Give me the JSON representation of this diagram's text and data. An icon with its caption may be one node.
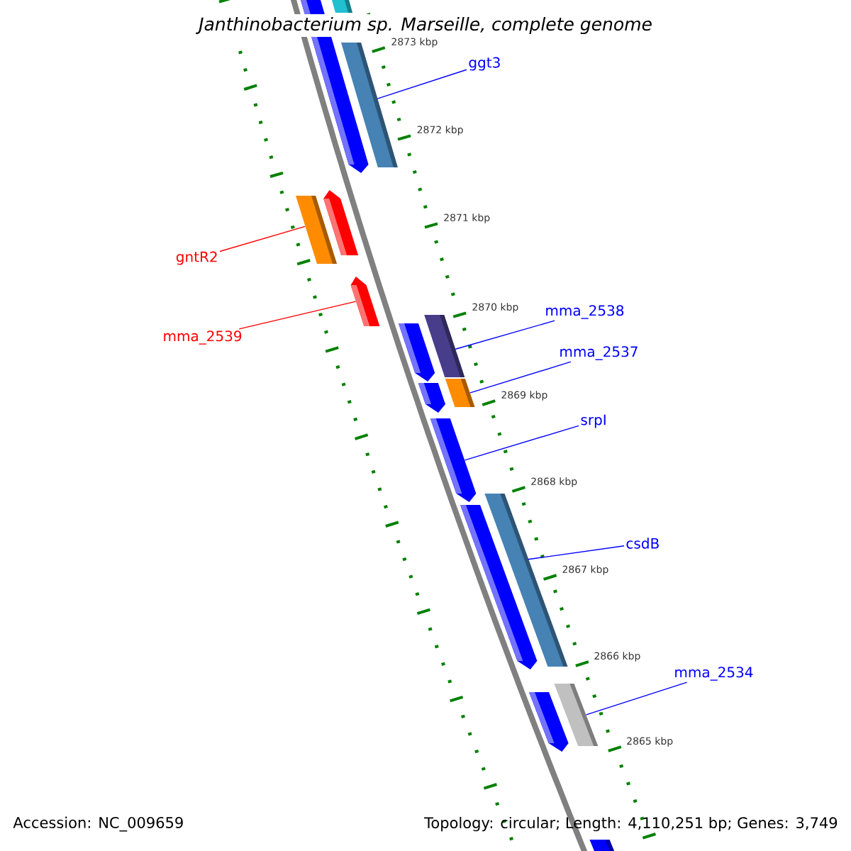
{
  "diagram": {
    "title": "Janthinobacterium sp. Marseille, complete genome",
    "nodes": [
      {
        "text": [],
        "shape": "bar"
      },
      {
        "text": [],
        "shape": "arrow"
      },
      {
        "text": [],
        "shape": "bar"
      },
      {
        "text": [
          "ggt3"
        ]
      },
      {
        "text": [],
        "shape": "arrow"
      },
      {
        "text": [],
        "shape": "bar"
      },
      {
        "text": [
          "gntR2"
        ]
      },
      {
        "text": [],
        "shape": "arrow"
      },
      {
        "text": [
          "mma_2539"
        ]
      },
      {
        "text": [],
        "shape": "bar"
      },
      {
        "text": [
          "mma_2538"
        ]
      },
      {
        "text": [],
        "shape": "arrow"
      },
      {
        "text": [],
        "shape": "arrow"
      },
      {
        "text": [],
        "shape": "bar"
      },
      {
        "text": [
          "mma_2537"
        ]
      },
      {
        "text": [
          "srpI"
        ]
      },
      {
        "text": [],
        "shape": "arrow"
      },
      {
        "text": [],
        "shape": "bar"
      },
      {
        "text": [],
        "shape": "arrow"
      },
      {
        "text": [
          "csdB"
        ]
      },
      {
        "text": [
          "mma_2534"
        ]
      },
      {
        "text": [],
        "shape": "bar"
      },
      {
        "text": [],
        "shape": "arrow"
      },
      {
        "text": [],
        "shape": "bar"
      }
    ],
    "edges": [
      {
        "from": 3,
        "to": 2,
        "arrow": "none"
      },
      {
        "from": 6,
        "to": 5,
        "arrow": "none",
        "color": "#ff0000"
      },
      {
        "from": 8,
        "to": 7,
        "arrow": "none",
        "color": "#ff0000"
      },
      {
        "from": 10,
        "to": 9,
        "arrow": "none"
      },
      {
        "from": 14,
        "to": 13,
        "arrow": "none"
      },
      {
        "from": 15,
        "to": 16,
        "arrow": "none"
      },
      {
        "from": 19,
        "to": 17,
        "arrow": "none"
      },
      {
        "from": 20,
        "to": 21,
        "arrow": "none"
      }
    ],
    "labels": [
      "2873 kbp",
      "2872 kbp",
      "2871 kbp",
      "2870 kbp",
      "2869 kbp",
      "2868 kbp",
      "2867 kbp",
      "2866 kbp",
      "2865 kbp",
      "Accession: NC_009659",
      "Topology: circular; Length: 4,110,251 bp; Genes: 3,749"
    ]
  }
}
